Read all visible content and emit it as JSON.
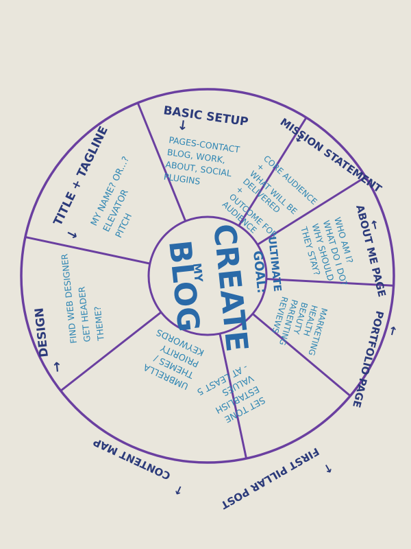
{
  "colors": {
    "paper": "#e9e6dc",
    "ring": "#6a3fa0",
    "title_ink": "#2b3a7a",
    "note_ink": "#2f86b3",
    "center_ink": "#2a6aa8"
  },
  "center": {
    "ultimate": "ULTIMATE",
    "goal": "GOAL:",
    "create": "CREATE",
    "my": "MY",
    "blog": "BLOG"
  },
  "segments": [
    {
      "id": "basic-setup",
      "title": "BASIC SETUP",
      "arrow": "↓",
      "lines": [
        "PAGES-CONTACT",
        "BLOG, WORK,",
        "ABOUT, SOCIAL",
        "PLUGINS"
      ]
    },
    {
      "id": "mission-statement",
      "title": "MISSION STATEMENT",
      "arrow": "↓",
      "lines": [
        "CORE AUDIENCE",
        "+",
        "WHAT WILL BE",
        "DELIVERED",
        "+",
        "OUTCOME FOR",
        "AUDIENCE"
      ]
    },
    {
      "id": "about-me-page",
      "title": "ABOUT ME PAGE",
      "arrow": "←",
      "lines": [
        "WHO AM I?",
        "WHAT DO I DO?",
        "WHY SHOULD",
        "THEY STAY?"
      ]
    },
    {
      "id": "portfolio-page",
      "title": "PORTFOLIO PAGE",
      "arrow": "←",
      "lines": [
        "MARKETING",
        "HEALTH",
        "BEAUTY",
        "PARENTING",
        "REVIEWS"
      ]
    },
    {
      "id": "first-pillar-post",
      "title": "FIRST PILLAR POST",
      "arrow": "↑",
      "lines": [
        "SET TONE",
        "ESTABLISH",
        "VALUES",
        "- AT LEAST 5"
      ]
    },
    {
      "id": "content-map",
      "title": "CONTENT MAP",
      "arrow": "↑",
      "lines": [
        "UMBRELLA",
        "THEMES /",
        "PRIORITY",
        "KEYWORDS"
      ]
    },
    {
      "id": "design",
      "title": "DESIGN",
      "arrow": "→",
      "lines": [
        "FIND WEB DESIGNER",
        "GET HEADER",
        "THEME?"
      ]
    },
    {
      "id": "title-tagline",
      "title": "TITLE + TAGLINE",
      "arrow": "↓",
      "lines": [
        "MY NAME? OR...?",
        "ELEVATOR",
        "PITCH"
      ]
    }
  ]
}
